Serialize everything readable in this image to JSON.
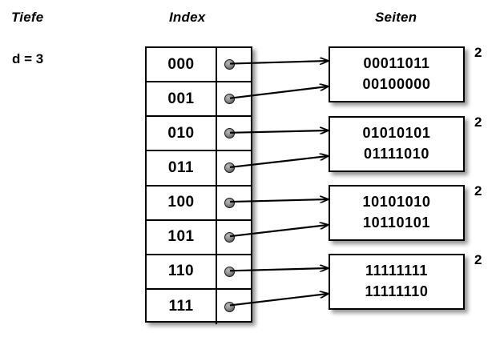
{
  "headings": {
    "depth": "Tiefe",
    "index": "Index",
    "pages": "Seiten"
  },
  "depth": {
    "label": "d = 3"
  },
  "index_table": {
    "rows": [
      {
        "key": "000",
        "pointer": "pointer-dot",
        "target": 0
      },
      {
        "key": "001",
        "pointer": "pointer-dot",
        "target": 0
      },
      {
        "key": "010",
        "pointer": "pointer-dot",
        "target": 1
      },
      {
        "key": "011",
        "pointer": "pointer-dot",
        "target": 1
      },
      {
        "key": "100",
        "pointer": "pointer-dot",
        "target": 2
      },
      {
        "key": "101",
        "pointer": "pointer-dot",
        "target": 2
      },
      {
        "key": "110",
        "pointer": "pointer-dot",
        "target": 3
      },
      {
        "key": "111",
        "pointer": "pointer-dot",
        "target": 3
      }
    ]
  },
  "pages": [
    {
      "lines": [
        "00011011",
        "00100000"
      ],
      "count": "2"
    },
    {
      "lines": [
        "01010101",
        "01111010"
      ],
      "count": "2"
    },
    {
      "lines": [
        "10101010",
        "10110101"
      ],
      "count": "2"
    },
    {
      "lines": [
        "11111111",
        "11111110"
      ],
      "count": "2"
    }
  ],
  "colors": {
    "background": "#ffffff",
    "stroke": "#000000",
    "dot_fill": "#8e8e8e",
    "shadow": "rgba(0,0,0,0.42)"
  }
}
